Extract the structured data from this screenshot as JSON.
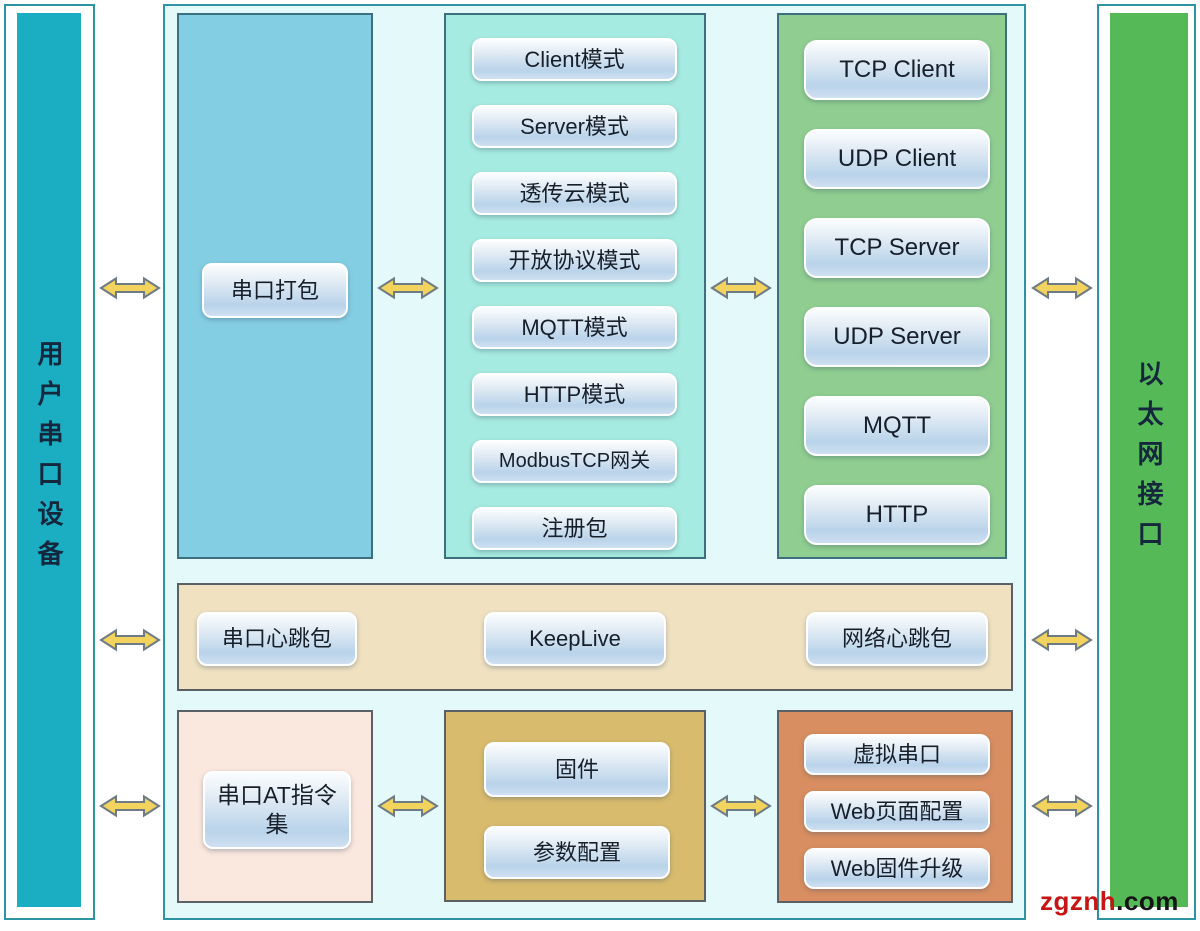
{
  "left_bar": {
    "label": "用户串口设备"
  },
  "right_bar": {
    "label": "以太网接口"
  },
  "panels": {
    "serial_pack": {
      "buttons": [
        "串口打包"
      ]
    },
    "modes": {
      "buttons": [
        "Client模式",
        "Server模式",
        "透传云模式",
        "开放协议模式",
        "MQTT模式",
        "HTTP模式",
        "ModbusTCP网关",
        "注册包"
      ]
    },
    "net_protocols": {
      "buttons": [
        "TCP Client",
        "UDP Client",
        "TCP Server",
        "UDP Server",
        "MQTT",
        "HTTP"
      ]
    },
    "heartbeat": {
      "buttons": [
        "串口心跳包",
        "KeepLive",
        "网络心跳包"
      ]
    },
    "at_cmd": {
      "buttons": [
        "串口AT指令集"
      ]
    },
    "firmware": {
      "buttons": [
        "固件",
        "参数配置"
      ]
    },
    "web": {
      "buttons": [
        "虚拟串口",
        "Web页面配置",
        "Web固件升级"
      ]
    }
  },
  "watermark": {
    "name": "zgznh",
    "tld": ".com"
  },
  "colors": {
    "left_bar": "#1BADC2",
    "right_bar": "#55B957",
    "main_bg": "#E4F9FA",
    "frame_border": "#2E93A3",
    "blue_panel": "#84CEE4",
    "cyan_panel": "#A6EBE1",
    "green_panel": "#8FCE90",
    "beige_panel": "#F0E1C1",
    "pink_panel": "#FAE7DE",
    "gold_panel": "#D8BB6D",
    "orange_panel": "#D88E60",
    "arrow_fill": "#F2D35E",
    "arrow_outline": "#6E7B85",
    "node_text": "#171F2B"
  }
}
